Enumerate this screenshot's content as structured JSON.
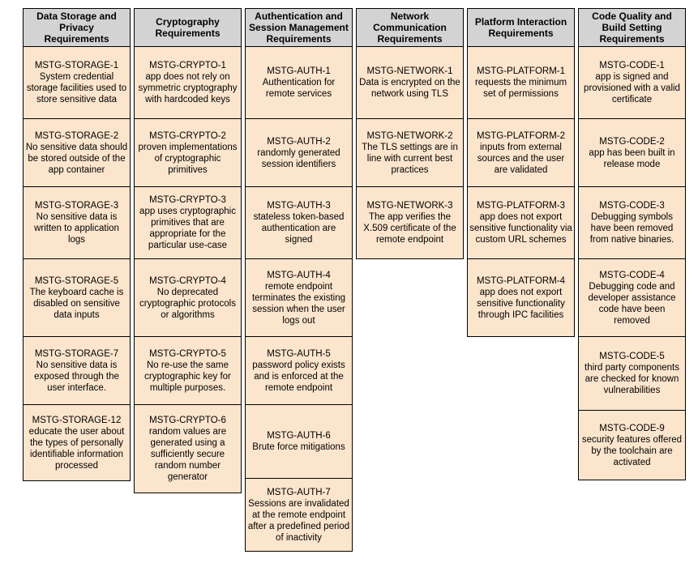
{
  "table": {
    "columns": [
      {
        "header": "Data Storage and Privacy Requirements",
        "cells": [
          {
            "code": "MSTG-STORAGE-1",
            "text": "System credential storage facilities used to store sensitive data"
          },
          {
            "code": "MSTG-STORAGE-2",
            "text": "No sensitive data should be stored outside of the app container"
          },
          {
            "code": "MSTG-STORAGE-3",
            "text": "No sensitive data is written to application logs"
          },
          {
            "code": "MSTG-STORAGE-5",
            "text": "The keyboard cache is disabled on sensitive data inputs"
          },
          {
            "code": "MSTG-STORAGE-7",
            "text": "No sensitive data is exposed through the user interface."
          },
          {
            "code": "MSTG-STORAGE-12",
            "text": "educate the user about the types of personally identifiable information processed"
          }
        ]
      },
      {
        "header": "Cryptography Requirements",
        "cells": [
          {
            "code": "MSTG-CRYPTO-1",
            "text": "app does not rely on symmetric cryptography with hardcoded keys"
          },
          {
            "code": "MSTG-CRYPTO-2",
            "text": "proven implementations of cryptographic primitives"
          },
          {
            "code": "MSTG-CRYPTO-3",
            "text": "app uses cryptographic primitives that are appropriate for the particular use-case"
          },
          {
            "code": "MSTG-CRYPTO-4",
            "text": "No deprecated cryptographic protocols or algorithms"
          },
          {
            "code": "MSTG-CRYPTO-5",
            "text": "No re-use the same cryptographic key for multiple purposes."
          },
          {
            "code": "MSTG-CRYPTO-6",
            "text": "random values are generated using a sufficiently secure random number generator"
          }
        ]
      },
      {
        "header": "Authentication and Session Management Requirements",
        "cells": [
          {
            "code": "MSTG-AUTH-1",
            "text": "Authentication for remote services"
          },
          {
            "code": "MSTG-AUTH-2",
            "text": "randomly generated session identifiers"
          },
          {
            "code": "MSTG-AUTH-3",
            "text": "stateless token-based authentication are signed"
          },
          {
            "code": "MSTG-AUTH-4",
            "text": "remote endpoint terminates the existing session when the user logs out"
          },
          {
            "code": "MSTG-AUTH-5",
            "text": "password policy exists and is enforced at the remote endpoint"
          },
          {
            "code": "MSTG-AUTH-6",
            "text": "Brute force mitigations"
          },
          {
            "code": "MSTG-AUTH-7",
            "text": "Sessions are invalidated at the remote endpoint after a predefined period of inactivity"
          }
        ]
      },
      {
        "header": "Network Communication Requirements",
        "cells": [
          {
            "code": "MSTG-NETWORK-1",
            "text": "Data is encrypted on the network using TLS"
          },
          {
            "code": "MSTG-NETWORK-2",
            "text": "The TLS settings are in line with current best practices"
          },
          {
            "code": "MSTG-NETWORK-3",
            "text": "The app verifies the X.509 certificate of the remote endpoint"
          }
        ]
      },
      {
        "header": "Platform Interaction Requirements",
        "cells": [
          {
            "code": "MSTG-PLATFORM-1",
            "text": "requests the minimum set of permissions"
          },
          {
            "code": "MSTG-PLATFORM-2",
            "text": "inputs from external sources and the user are validated"
          },
          {
            "code": "MSTG-PLATFORM-3",
            "text": "app does not export sensitive functionality via custom URL schemes"
          },
          {
            "code": "MSTG-PLATFORM-4",
            "text": "app does not export sensitive functionality through IPC facilities"
          }
        ]
      },
      {
        "header": "Code Quality and Build Setting Requirements",
        "cells": [
          {
            "code": "MSTG-CODE-1",
            "text": "app is signed and provisioned with a valid certificate"
          },
          {
            "code": "MSTG-CODE-2",
            "text": "app has been built in release mode"
          },
          {
            "code": "MSTG-CODE-3",
            "text": "Debugging symbols have been removed from native binaries."
          },
          {
            "code": "MSTG-CODE-4",
            "text": "Debugging code and developer assistance code have been removed"
          },
          {
            "code": "MSTG-CODE-5",
            "text": "third party components are checked for known vulnerabilities"
          },
          {
            "code": "MSTG-CODE-9",
            "text": "security features offered by the toolchain are activated"
          }
        ]
      }
    ]
  },
  "colors": {
    "header_bg": "#d3d3d3",
    "cell_bg": "#fce5cd",
    "border": "#000000",
    "page_bg": "#ffffff"
  }
}
